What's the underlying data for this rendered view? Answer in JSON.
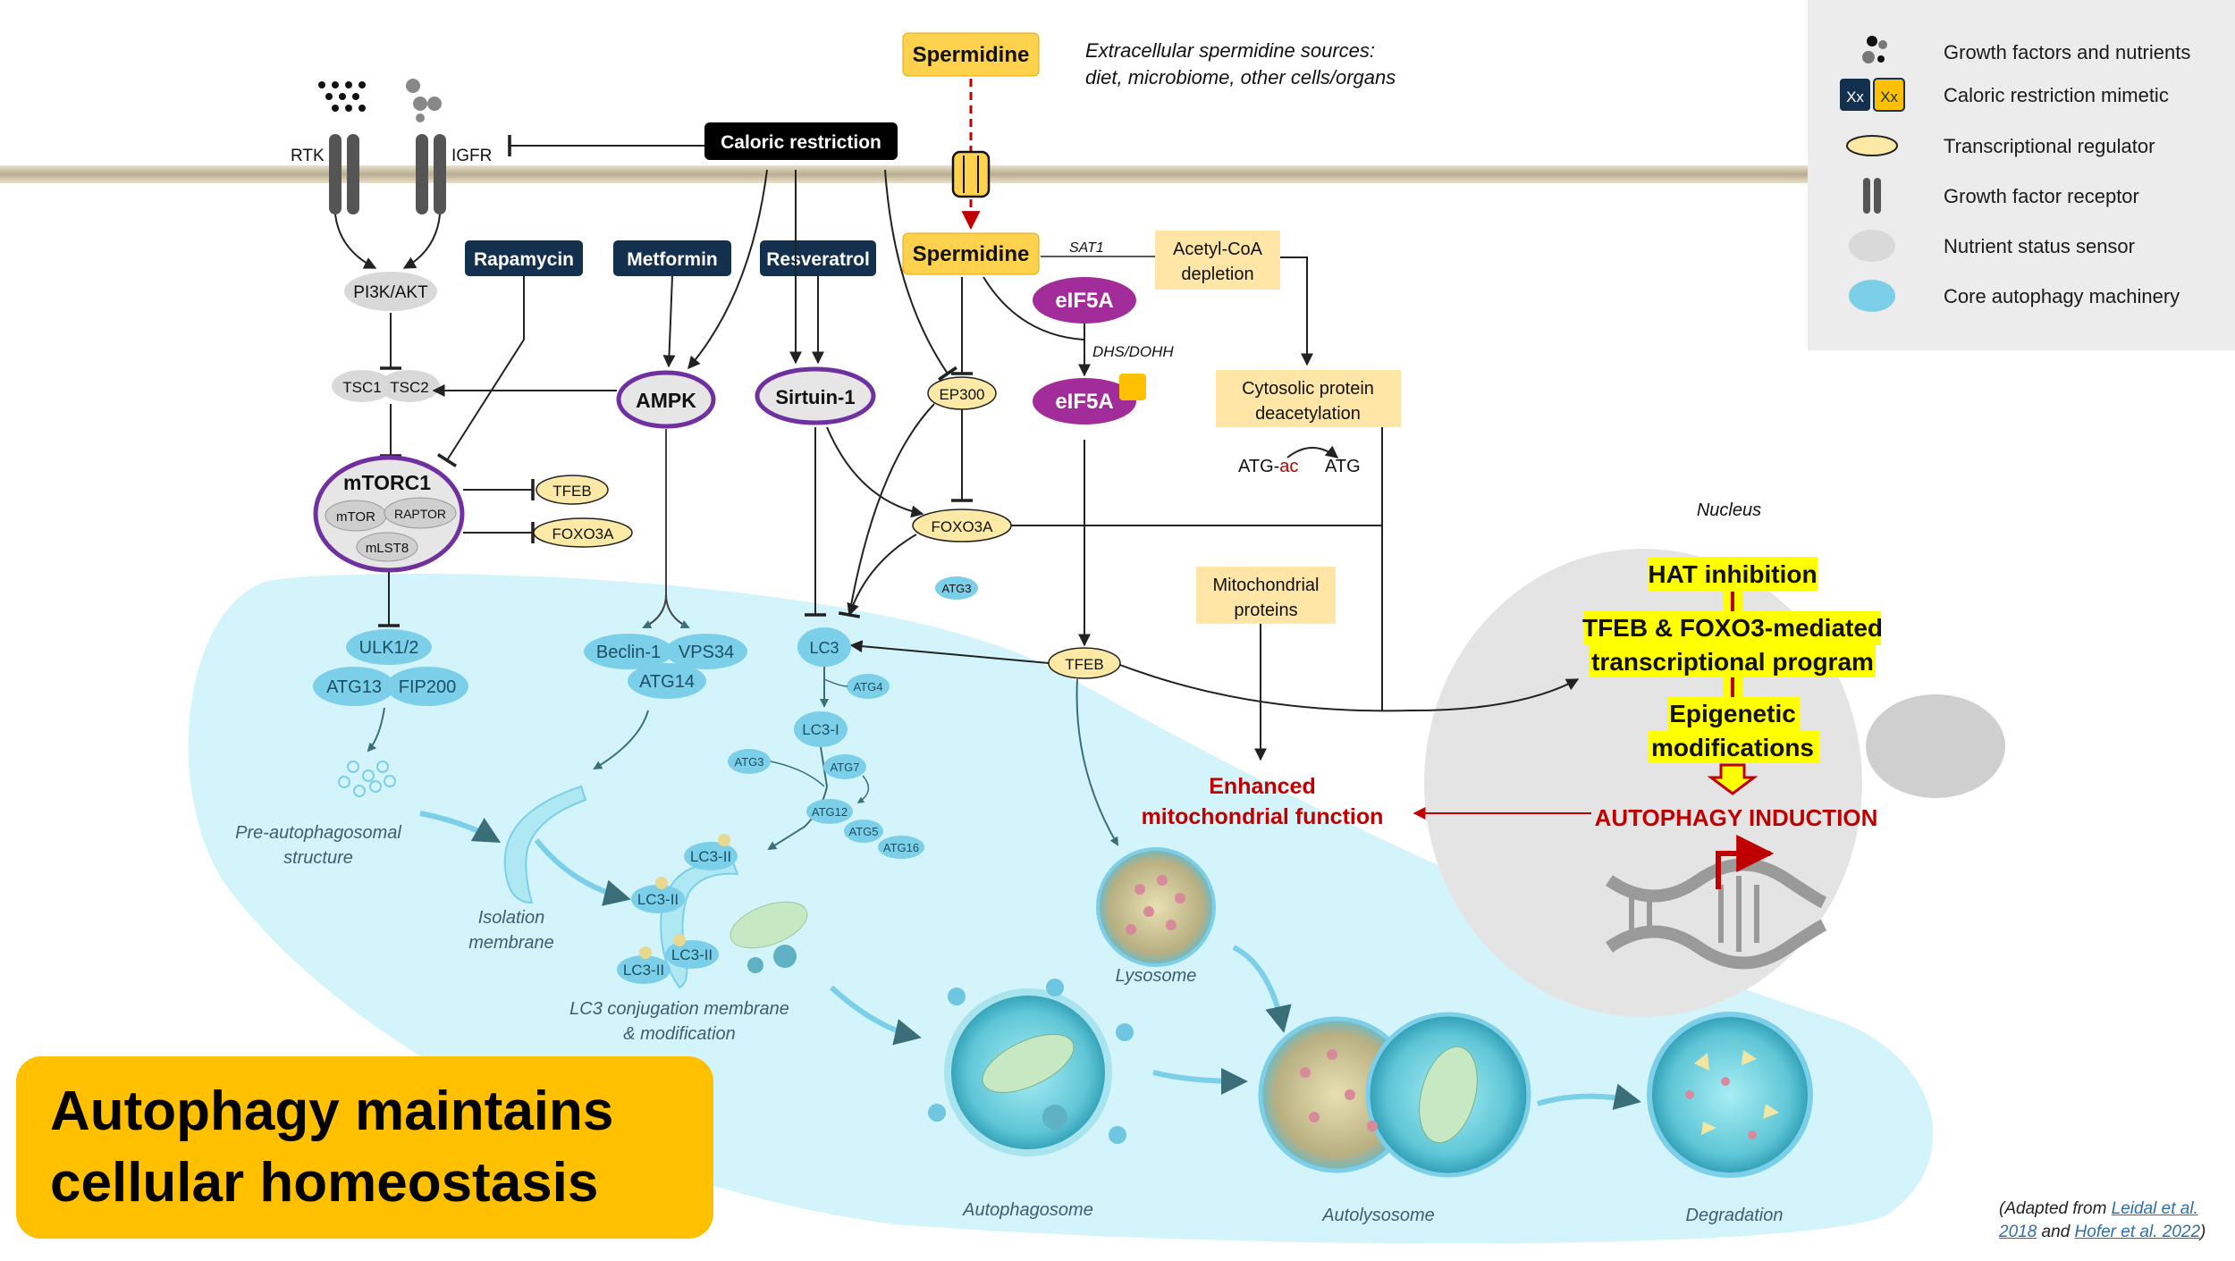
{
  "legend": {
    "items": [
      {
        "label": "Growth factors and nutrients",
        "icon": "nutrient-dots-icon"
      },
      {
        "label": "Caloric restriction mimetic",
        "icon": "xx-boxes-icon",
        "xx": "Xx"
      },
      {
        "label": "Transcriptional  regulator",
        "icon": "yellow-ellipse-icon"
      },
      {
        "label": "Growth factor receptor",
        "icon": "receptor-icon"
      },
      {
        "label": "Nutrient status sensor",
        "icon": "gray-ellipse-icon"
      },
      {
        "label": "Core autophagy machinery",
        "icon": "blue-ellipse-icon"
      }
    ]
  },
  "header": {
    "spermidine_top": "Spermidine",
    "sources_line1": "Extracellular spermidine sources:",
    "sources_line2": "diet, microbiome, other cells/organs"
  },
  "membrane": {
    "rtk": "RTK",
    "igfr": "IGFR",
    "caloric_restriction": "Caloric restriction",
    "spermidine_in": "Spermidine"
  },
  "nodes": {
    "pi3k": "PI3K/AKT",
    "tsc1": "TSC1",
    "tsc2": "TSC2",
    "rapamycin": "Rapamycin",
    "metformin": "Metformin",
    "resveratrol": "Resveratrol",
    "ampk": "AMPK",
    "sirtuin": "Sirtuin-1",
    "ep300": "EP300",
    "foxo3a": "FOXO3A",
    "atg3_small": "ATG3",
    "mtorc1": "mTORC1",
    "mtor": "mTOR",
    "raptor": "RAPTOR",
    "mlst8": "mLST8",
    "tfeb1": "TFEB",
    "foxo3a_inh": "FOXO3A",
    "eif5a": "eIF5A",
    "eif5a_b": "eIF5A",
    "sat1": "SAT1",
    "dhs": "DHS/DOHH",
    "acetyl_line1": "Acetyl-CoA",
    "acetyl_line2": "depletion",
    "cyto_line1": "Cytosolic protein",
    "cyto_line2": "deacetylation",
    "atg_ac_a": "ATG-",
    "atg_ac_b": "ac",
    "atg": "ATG",
    "mito_line1": "Mitochondrial",
    "mito_line2": "proteins",
    "tfeb2": "TFEB",
    "lc3": "LC3",
    "atg4": "ATG4",
    "lc3i": "LC3-I",
    "atg3": "ATG3",
    "atg7": "ATG7",
    "atg12": "ATG12",
    "atg5": "ATG5",
    "atg16": "ATG16",
    "lc3ii_a": "LC3-II",
    "lc3ii_b": "LC3-II",
    "lc3ii_c": "LC3-II",
    "lc3ii_d": "LC3-II",
    "ulk": "ULK1/2",
    "atg13": "ATG13",
    "fip200": "FIP200",
    "beclin": "Beclin-1",
    "vps34": "VPS34",
    "atg14": "ATG14"
  },
  "stages": {
    "preauto_line1": "Pre-autophagosomal",
    "preauto_line2": "structure",
    "isolation_line1": "Isolation",
    "isolation_line2": "membrane",
    "lc3conj_line1": "LC3 conjugation membrane",
    "lc3conj_line2": "& modification",
    "autophagosome": "Autophagosome",
    "autolysosome": "Autolysosome",
    "degradation": "Degradation",
    "lysosome": "Lysosome"
  },
  "nucleus": {
    "label": "Nucleus",
    "hat": "HAT inhibition",
    "tfeb_prog_line1": "TFEB & FOXO3-mediated",
    "tfeb_prog_line2": "transcriptional program",
    "epi_line1": "Epigenetic",
    "epi_line2": "modifications",
    "autophagy": "AUTOPHAGY INDUCTION"
  },
  "outcome": {
    "line1": "Enhanced",
    "line2": "mitochondrial function"
  },
  "title": {
    "line1": "Autophagy maintains",
    "line2": "cellular homeostasis"
  },
  "credit": {
    "prefix": "(Adapted from ",
    "ref1_line1": "Leidal et al.",
    "ref1_line2": "2018",
    "and": " and ",
    "ref2": "Hofer et al. 2022",
    "suffix": ")"
  },
  "colors": {
    "accent_yellow": "#ffc000",
    "navy": "#14304f",
    "purple": "#7030a0",
    "eif_purple": "#a22d9a",
    "red": "#c00000",
    "cyto_blue": "#d2f3f9",
    "machinery_blue": "#7ccfe8",
    "highlight": "#ffff00",
    "membrane": "#c9c0aa",
    "nucleus_gray": "#e4e4e4"
  }
}
